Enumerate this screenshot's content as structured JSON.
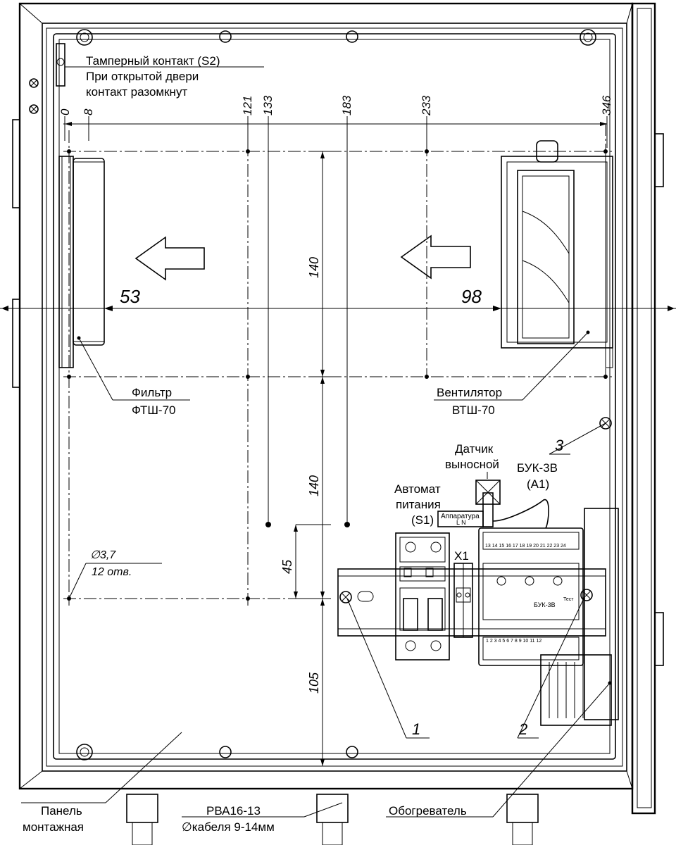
{
  "labels": {
    "tamper_1": "Тамперный контакт (S2)",
    "tamper_2": "При открытой двери",
    "tamper_3": "контакт разомкнут",
    "filter_1": "Фильтр",
    "filter_2": "ФТШ-70",
    "fan_1": "Вентилятор",
    "fan_2": "ВТШ-70",
    "sensor_1": "Датчик",
    "sensor_2": "выносной",
    "buk_1": "БУК-3В",
    "buk_2": "(А1)",
    "breaker_1": "Автомат",
    "breaker_2": "питания",
    "breaker_3": "(S1)",
    "apparatus": "Аппаратура",
    "apparatus_ln": "L N",
    "terminal": "X1",
    "hole_dia": "∅3,7",
    "hole_count": "12 отв.",
    "panel_1": "Панель",
    "panel_2": "монтажная",
    "gland_1": "РВА16-13",
    "gland_2": "∅кабеля 9-14мм",
    "heater": "Обогреватель",
    "callout_1": "1",
    "callout_2": "2",
    "callout_3": "3",
    "buk_name": "БУК-3В",
    "buk_test": "Тест",
    "terminals_top": "13 14 15 16 17 18 19 20 21 22 23 24",
    "terminals_bottom": "1 2 3 4 5 6 7 8 9 10 11 12"
  },
  "dimensions": {
    "x_ticks": [
      "0",
      "8",
      "121",
      "133",
      "183",
      "233",
      "346"
    ],
    "v_140_top": "140",
    "v_140_bottom": "140",
    "v_45": "45",
    "v_105": "105",
    "d_53": "53",
    "d_98": "98"
  },
  "icons": {
    "arrow_left": "arrow-left-icon",
    "screw": "screw-icon",
    "mount_hole": "mount-hole-icon"
  }
}
